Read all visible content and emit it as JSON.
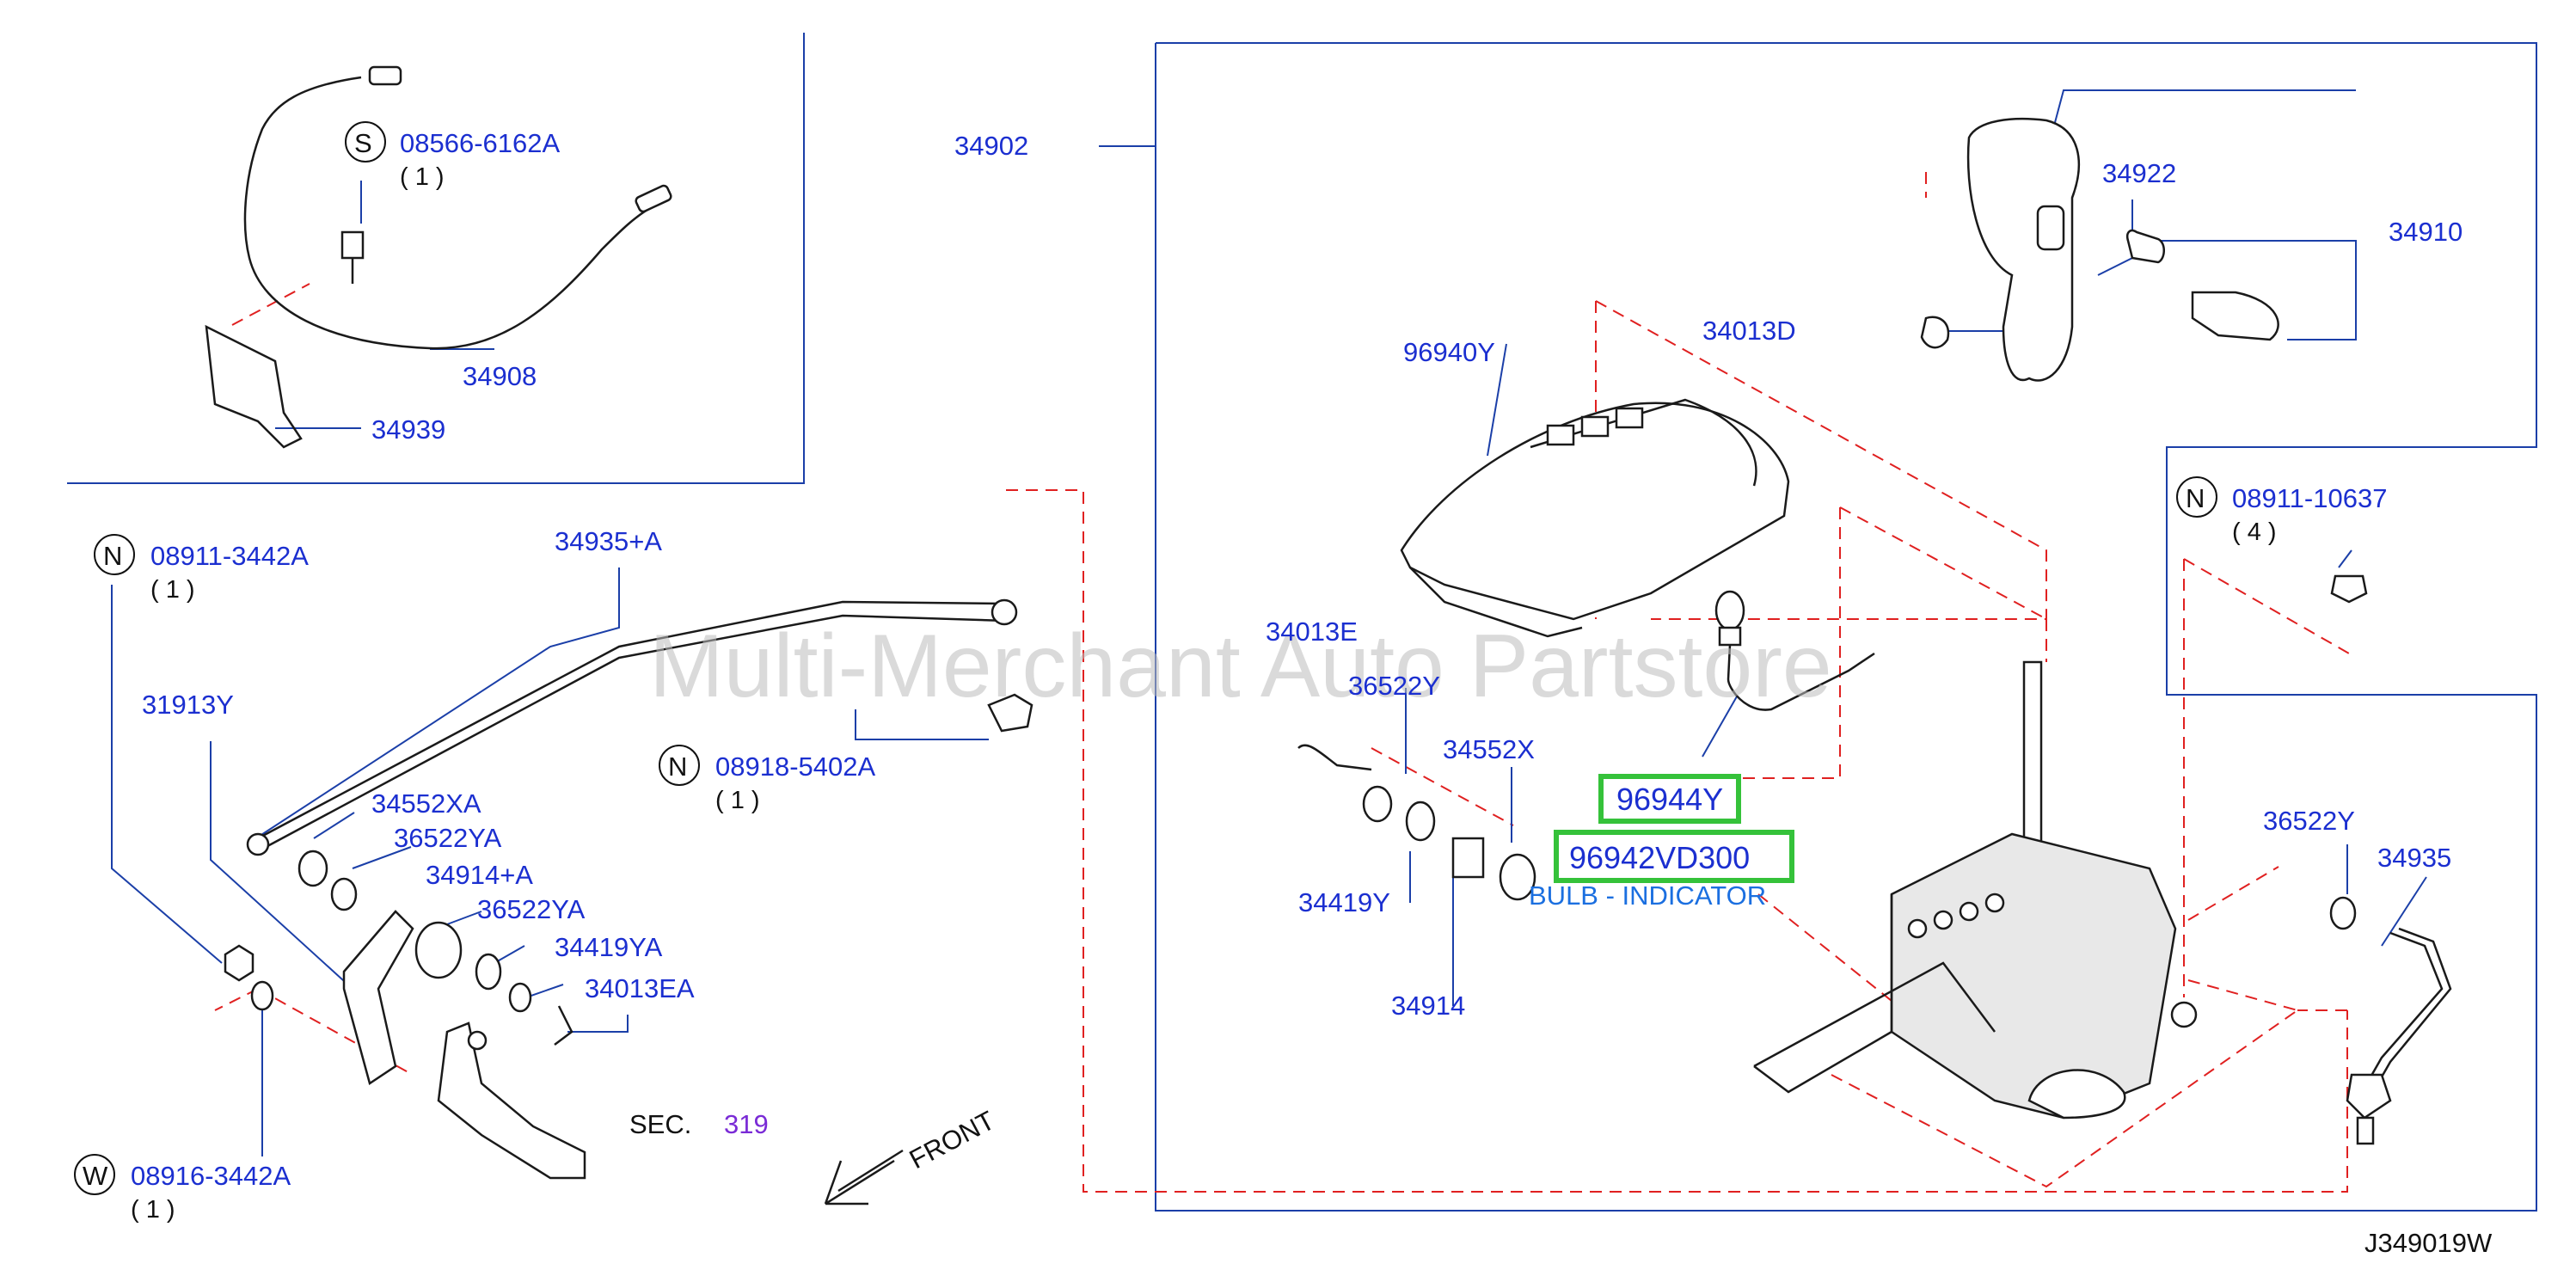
{
  "watermark": "Multi-Merchant Auto Partstore",
  "diagram_code": "J349019W",
  "front_label": "FRONT",
  "section_ref": {
    "prefix": "SEC.",
    "number": "319"
  },
  "parts": {
    "p34902": "34902",
    "p34910": "34910",
    "p34922": "34922",
    "p34013D": "34013D",
    "p96940Y": "96940Y",
    "p34908": "34908",
    "p34939": "34939",
    "p34935A": "34935+A",
    "p31913Y": "31913Y",
    "p34552XA": "34552XA",
    "p36522YA_1": "36522YA",
    "p34914A": "34914+A",
    "p36522YA_2": "36522YA",
    "p34419YA": "34419YA",
    "p34013EA": "34013EA",
    "p34013E": "34013E",
    "p36522Y_1": "36522Y",
    "p34552X": "34552X",
    "p34419Y": "34419Y",
    "p34914": "34914",
    "p36522Y_2": "36522Y",
    "p34935": "34935"
  },
  "fasteners": [
    {
      "symbol": "S",
      "part": "08566-6162A",
      "qty": "( 1 )"
    },
    {
      "symbol": "N",
      "part": "08911-3442A",
      "qty": "( 1 )"
    },
    {
      "symbol": "N",
      "part": "08918-5402A",
      "qty": "( 1 )"
    },
    {
      "symbol": "W",
      "part": "08916-3442A",
      "qty": "( 1 )"
    },
    {
      "symbol": "N",
      "part": "08911-10637",
      "qty": "( 4 )"
    }
  ],
  "highlighted": [
    {
      "part": "96944Y"
    },
    {
      "part": "96942VD300",
      "description": "BULB - INDICATOR"
    }
  ]
}
